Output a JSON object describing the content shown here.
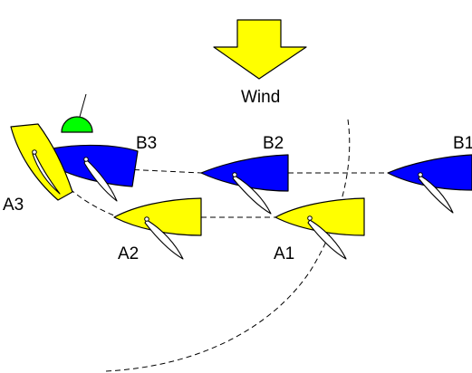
{
  "wind": {
    "label": "Wind",
    "arrow_color": "#ffff00"
  },
  "colors": {
    "team_a": "#ffff00",
    "team_b": "#0000ff",
    "mark": "#00ff00"
  },
  "boats": [
    {
      "id": "A1",
      "label": "A1",
      "team": "A"
    },
    {
      "id": "A2",
      "label": "A2",
      "team": "A"
    },
    {
      "id": "A3",
      "label": "A3",
      "team": "A"
    },
    {
      "id": "B1",
      "label": "B1",
      "team": "B"
    },
    {
      "id": "B2",
      "label": "B2",
      "team": "B"
    },
    {
      "id": "B3",
      "label": "B3",
      "team": "B"
    }
  ],
  "mark": {
    "icon": "green-mark-buoy"
  }
}
